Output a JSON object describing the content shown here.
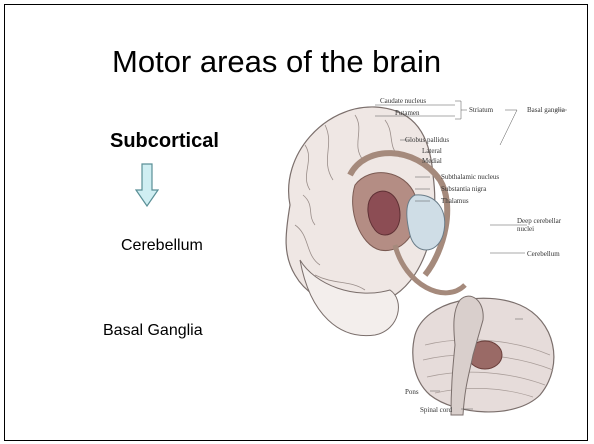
{
  "slide": {
    "title": "Motor areas of the brain",
    "heading": "Subcortical",
    "items": [
      "Cerebellum",
      "Basal Ganglia"
    ]
  },
  "figure": {
    "labels": {
      "caudate": "Caudate nucleus",
      "putamen": "Putamen",
      "striatum": "Striatum",
      "globus": "Globus pallidus",
      "lateral": "Lateral",
      "medial": "Medial",
      "basal_ganglia": "Basal ganglia",
      "subthalamic": "Subthalamic nucleus",
      "nigra": "Substantia nigra",
      "thalamus": "Thalamus",
      "deep1": "Deep cerebellar",
      "deep2": "nuclei",
      "cerebellum": "Cerebellum",
      "pons": "Pons",
      "spinal": "Spinal cord"
    }
  },
  "colors": {
    "arrow_fill": "#cfeef2",
    "arrow_stroke": "#5a8f96",
    "brain": "#efe7e4",
    "nuclei": "#8c4d54"
  }
}
